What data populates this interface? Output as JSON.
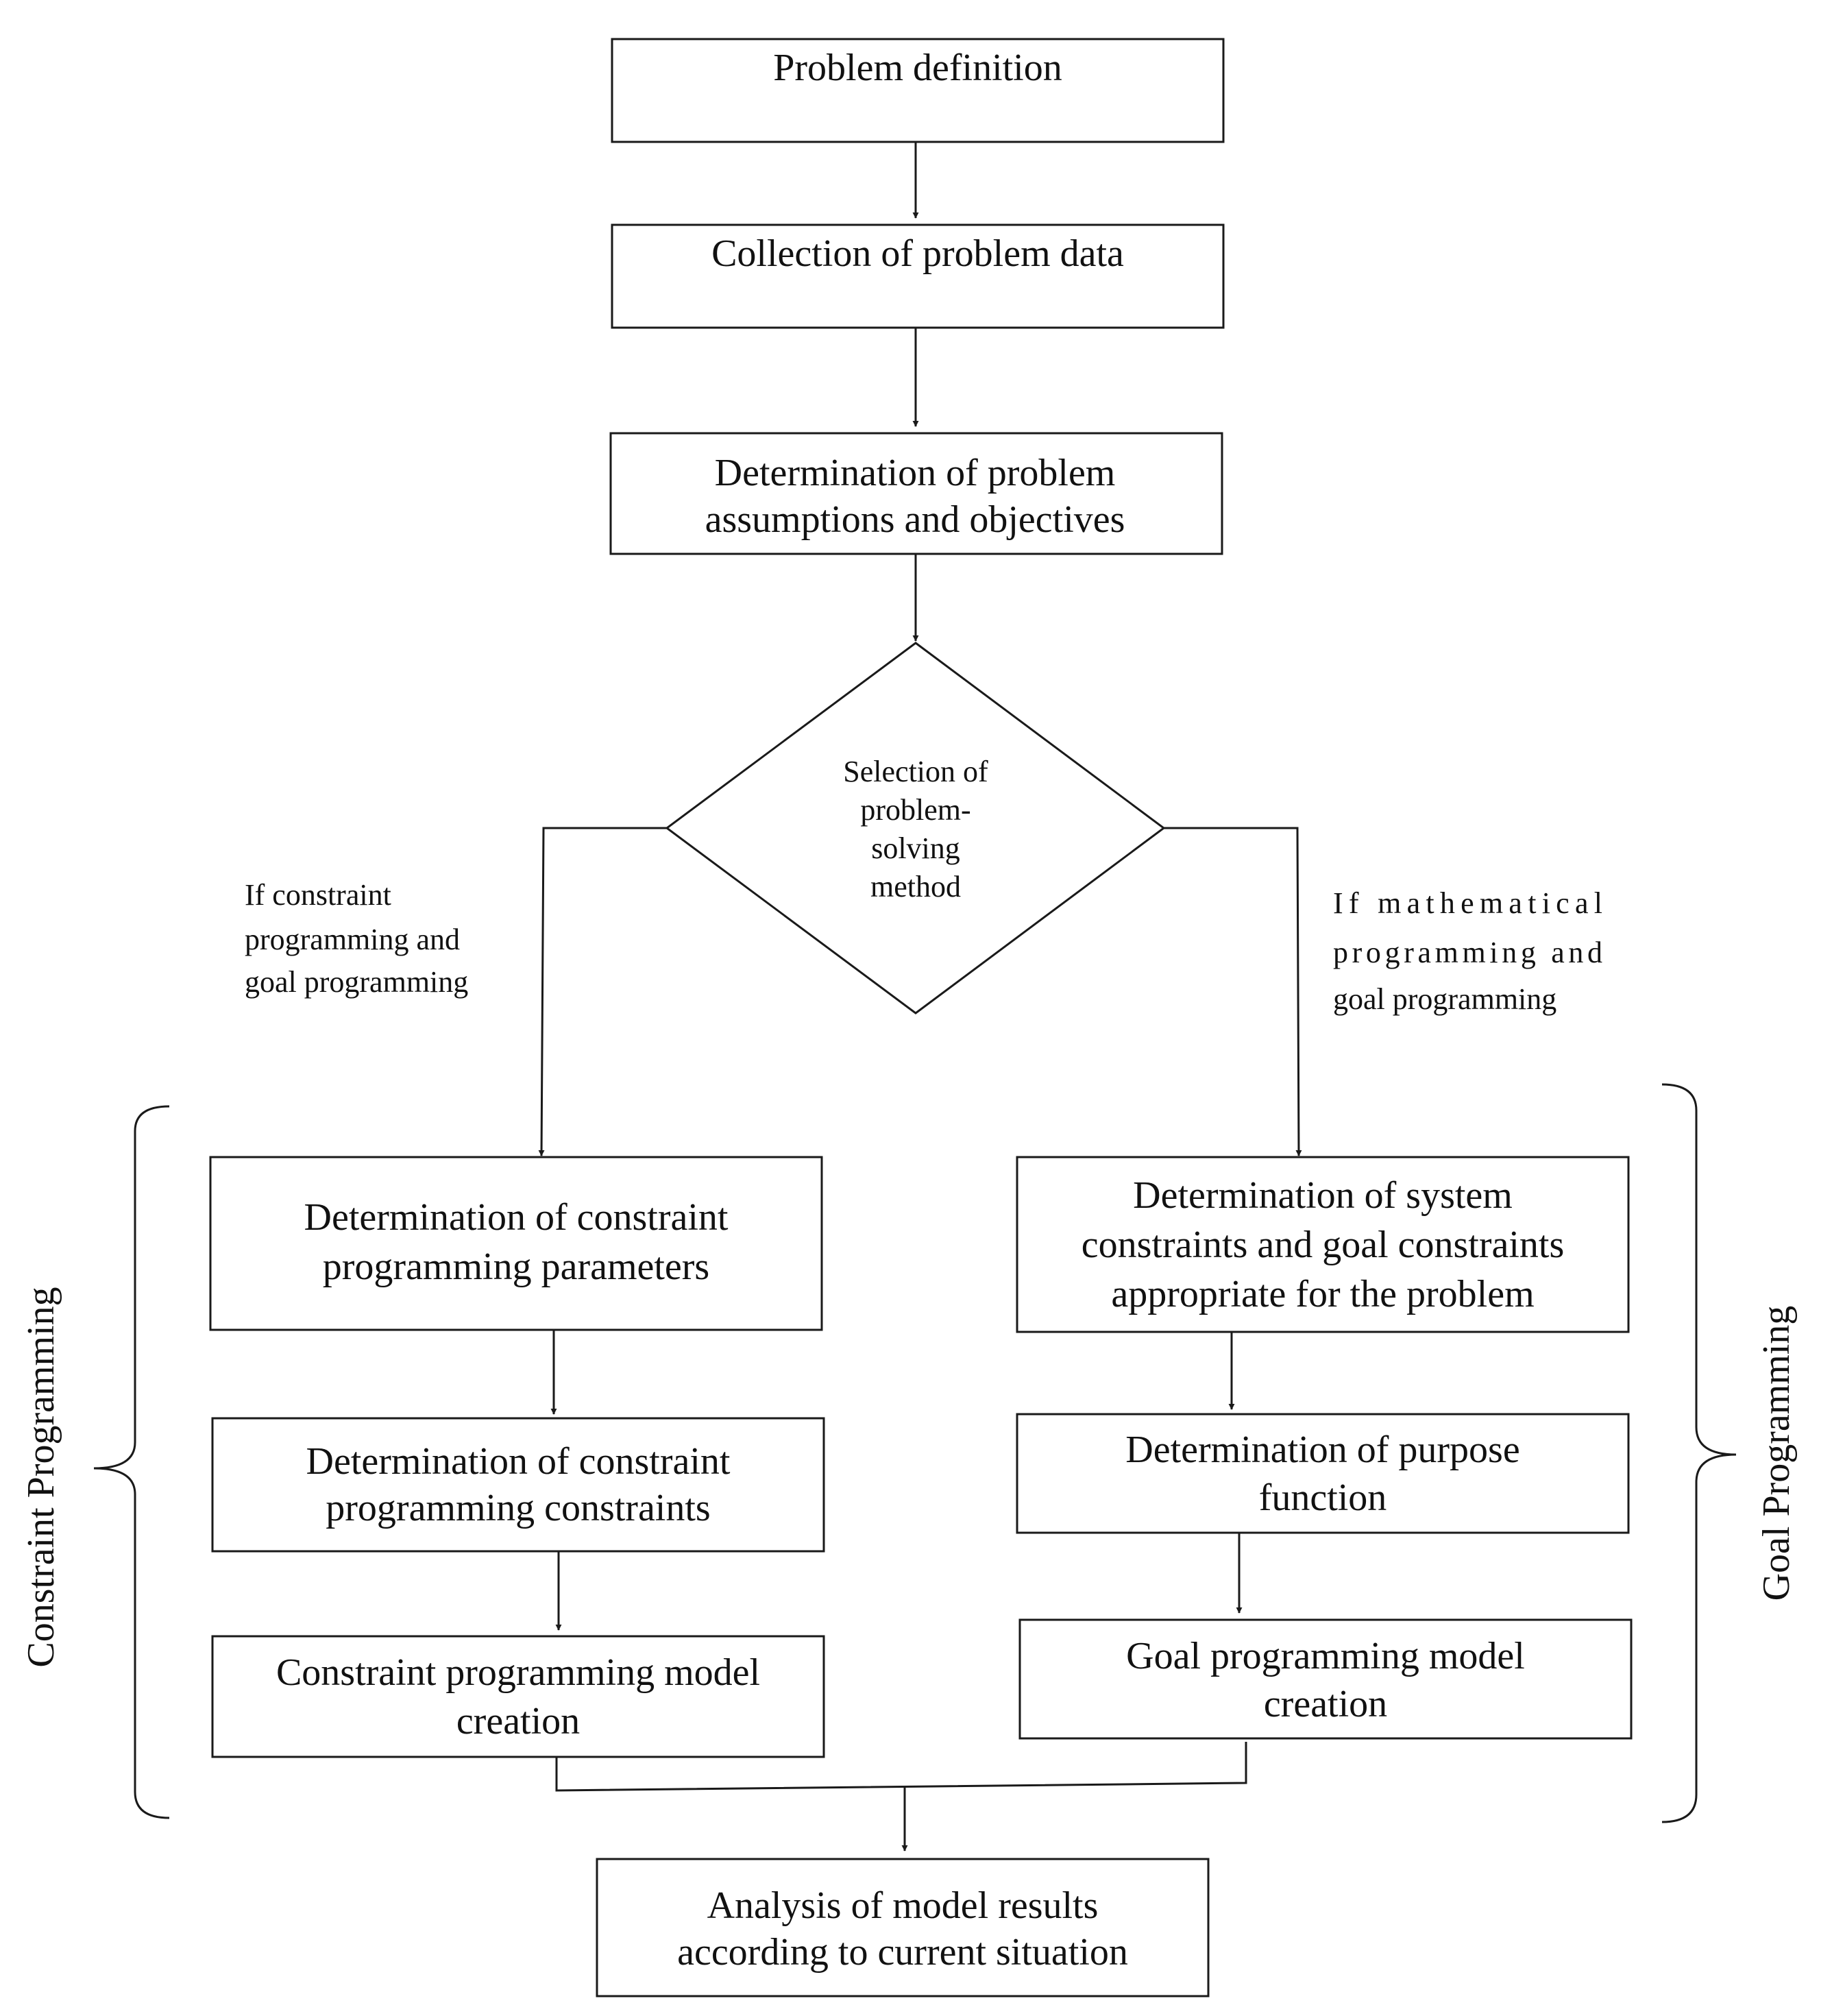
{
  "diagram": {
    "boxes": {
      "problem_definition": [
        "Problem definition"
      ],
      "data_collection": [
        "Collection of problem data"
      ],
      "assumptions": [
        "Determination of problem",
        "assumptions and objectives"
      ],
      "cp_parameters": [
        "Determination of constraint",
        "programming parameters"
      ],
      "cp_constraints": [
        "Determination of constraint",
        "programming constraints"
      ],
      "cp_model": [
        "Constraint programming model",
        "creation"
      ],
      "gp_constraints": [
        "Determination of system",
        "constraints and goal constraints",
        "appropriate for the problem"
      ],
      "gp_purpose": [
        "Determination of purpose",
        "function"
      ],
      "gp_model": [
        "Goal programming model",
        "creation"
      ],
      "analysis": [
        "Analysis of model results",
        "according to current situation"
      ]
    },
    "decision": [
      "Selection of",
      "problem-",
      "solving",
      "method"
    ],
    "branch_left": [
      "If constraint",
      "programming and",
      "goal programming"
    ],
    "branch_right": [
      "If mathematical",
      "programming and",
      "goal programming"
    ],
    "group_left": "Constraint Programming",
    "group_right": "Goal Programming"
  }
}
